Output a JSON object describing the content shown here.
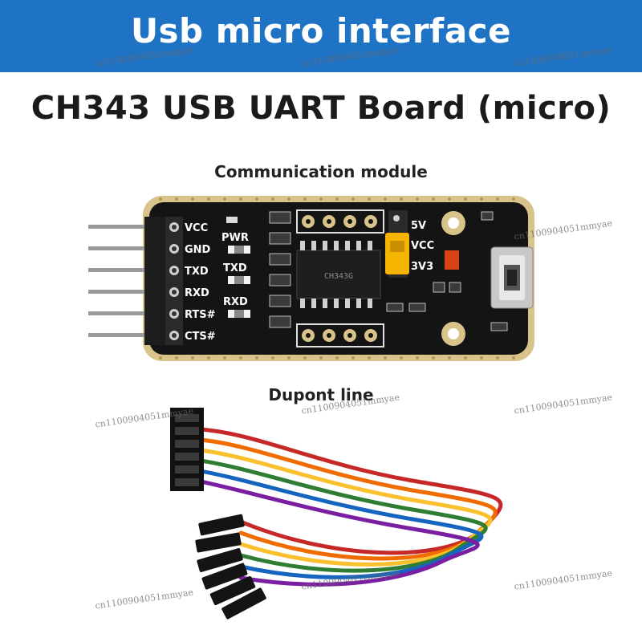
{
  "banner": {
    "title": "Usb micro interface"
  },
  "product": {
    "title": "CH343 USB UART Board (micro)"
  },
  "sections": {
    "module_label": "Communication module",
    "dupont_label": "Dupont line"
  },
  "board": {
    "pins": [
      "VCC",
      "GND",
      "TXD",
      "RXD",
      "RTS#",
      "CTS#"
    ],
    "leds": [
      "PWR",
      "TXD",
      "RXD"
    ],
    "jumper": [
      "5V",
      "VCC",
      "3V3"
    ],
    "chip_text": "CH343G"
  },
  "watermark": "cn1100904051mmyae",
  "colors": {
    "banner": "#1f73c4",
    "pcb": "#141414",
    "pcb_edge": "#d8c48a",
    "jumper": "#f4b400",
    "wires": [
      "#c62828",
      "#ef6c00",
      "#fbc02d",
      "#2e7d32",
      "#1565c0",
      "#7b1fa2"
    ]
  }
}
